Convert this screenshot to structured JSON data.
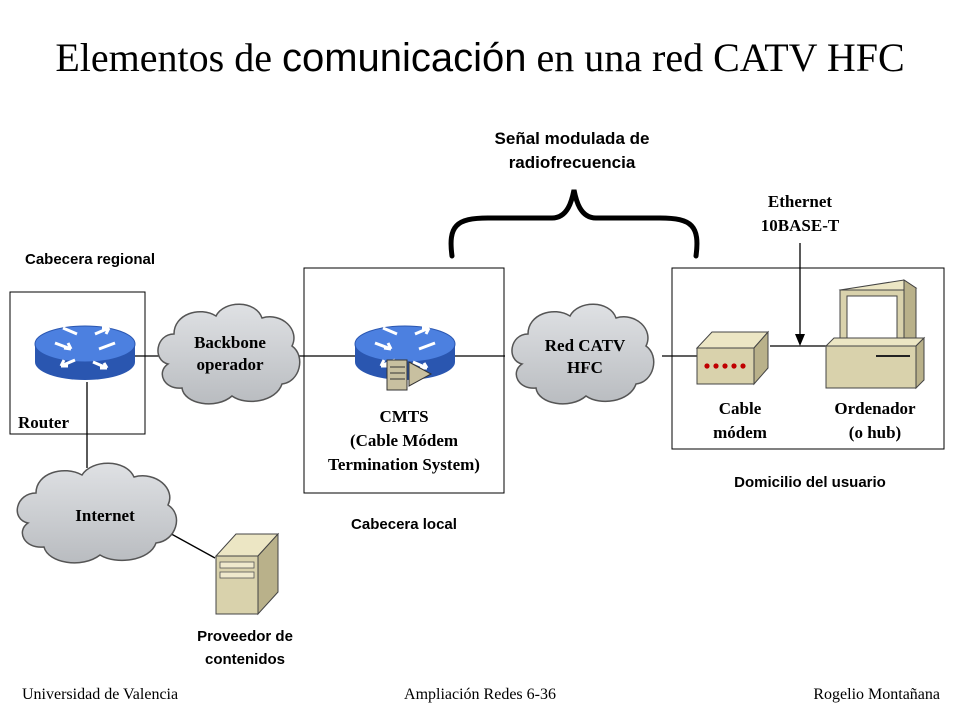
{
  "title": {
    "part1": "Elementos de ",
    "part2": "comunicación",
    "part3": " en una red CATV HFC"
  },
  "labels": {
    "senal": [
      "Señal modulada de",
      "radiofrecuencia"
    ],
    "ethernet": [
      "Ethernet",
      "10BASE-T"
    ],
    "cabecera_regional": "Cabecera regional",
    "backbone": [
      "Backbone",
      "operador"
    ],
    "red_catv": [
      "Red CATV",
      "HFC"
    ],
    "router": "Router",
    "cmts": [
      "CMTS",
      "(Cable Módem",
      "Termination System)"
    ],
    "cable_modem": [
      "Cable",
      "módem"
    ],
    "ordenador": [
      "Ordenador",
      "(o hub)"
    ],
    "domicilio": "Domicilio del usuario",
    "internet": "Internet",
    "cabecera_local": "Cabecera local",
    "proveedor": [
      "Proveedor de",
      "contenidos"
    ]
  },
  "footer": {
    "left": "Universidad de Valencia",
    "center": "Ampliación Redes 6-36",
    "right": "Rogelio Montañana"
  },
  "colors": {
    "router_blue": "#3d6fd6",
    "cloud_fill": "#c9ccd0",
    "device_fill": "#d9d2ac",
    "modem_led": "#c00000"
  }
}
